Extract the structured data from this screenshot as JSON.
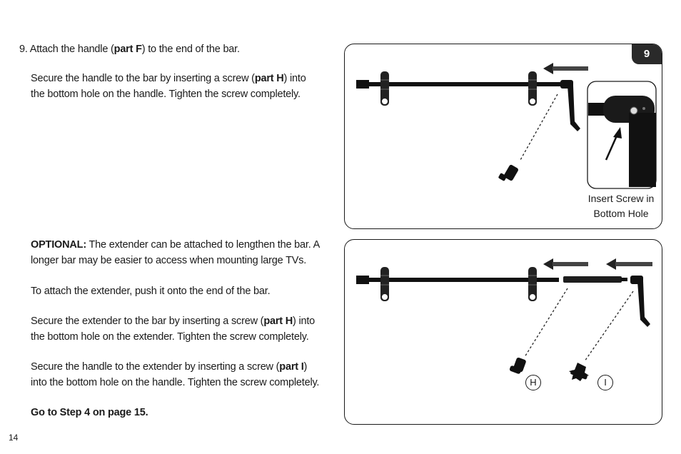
{
  "step9": {
    "intro_prefix": "9. Attach the handle (",
    "intro_part": "part F",
    "intro_suffix": ") to the end of the bar.",
    "secure_line1_prefix": "Secure the handle to the bar by inserting a screw (",
    "secure_part": "part H",
    "secure_line1_suffix": ") into",
    "secure_line2": "the bottom hole on the handle. Tighten the screw completely."
  },
  "optional": {
    "label": "OPTIONAL:",
    "line1_rest": " The extender can be attached to lengthen the bar. A",
    "line2": "longer bar may be easier to access when mounting large TVs.",
    "attach": "To attach the extender, push it onto the end of the bar.",
    "ext_line1_prefix": "Secure the extender to the bar by inserting a screw (",
    "ext_part": "part H",
    "ext_line1_suffix": ") into",
    "ext_line2": "the bottom hole on the extender. Tighten the screw completely.",
    "handle_line1_prefix": "Secure the handle to the extender by inserting a screw (",
    "handle_part": "part I",
    "handle_line1_suffix": ")",
    "handle_line2": "into the bottom hole on the handle. Tighten the screw completely.",
    "goto": "Go to Step 4 on page 15."
  },
  "figure1": {
    "step_number": "9",
    "caption_line1": "Insert Screw in",
    "caption_line2": "Bottom Hole"
  },
  "figure2": {
    "label_h": "H",
    "label_i": "I"
  },
  "page_number": "14"
}
